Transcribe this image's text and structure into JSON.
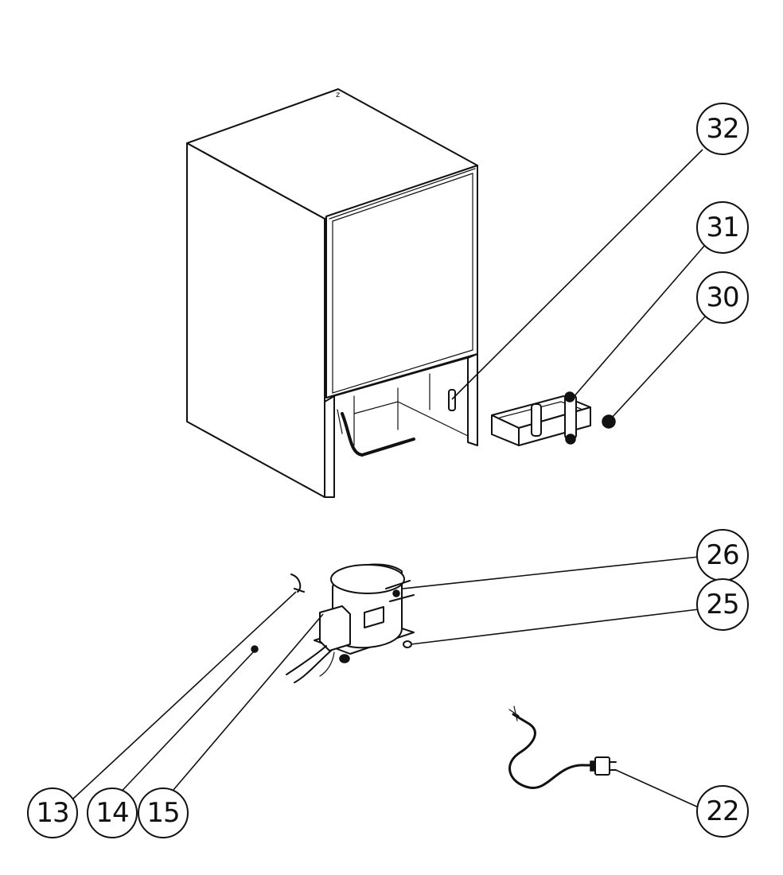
{
  "callouts": {
    "c32": "32",
    "c31": "31",
    "c30": "30",
    "c26": "26",
    "c25": "25",
    "c22": "22",
    "c13": "13",
    "c14": "14",
    "c15": "15"
  }
}
